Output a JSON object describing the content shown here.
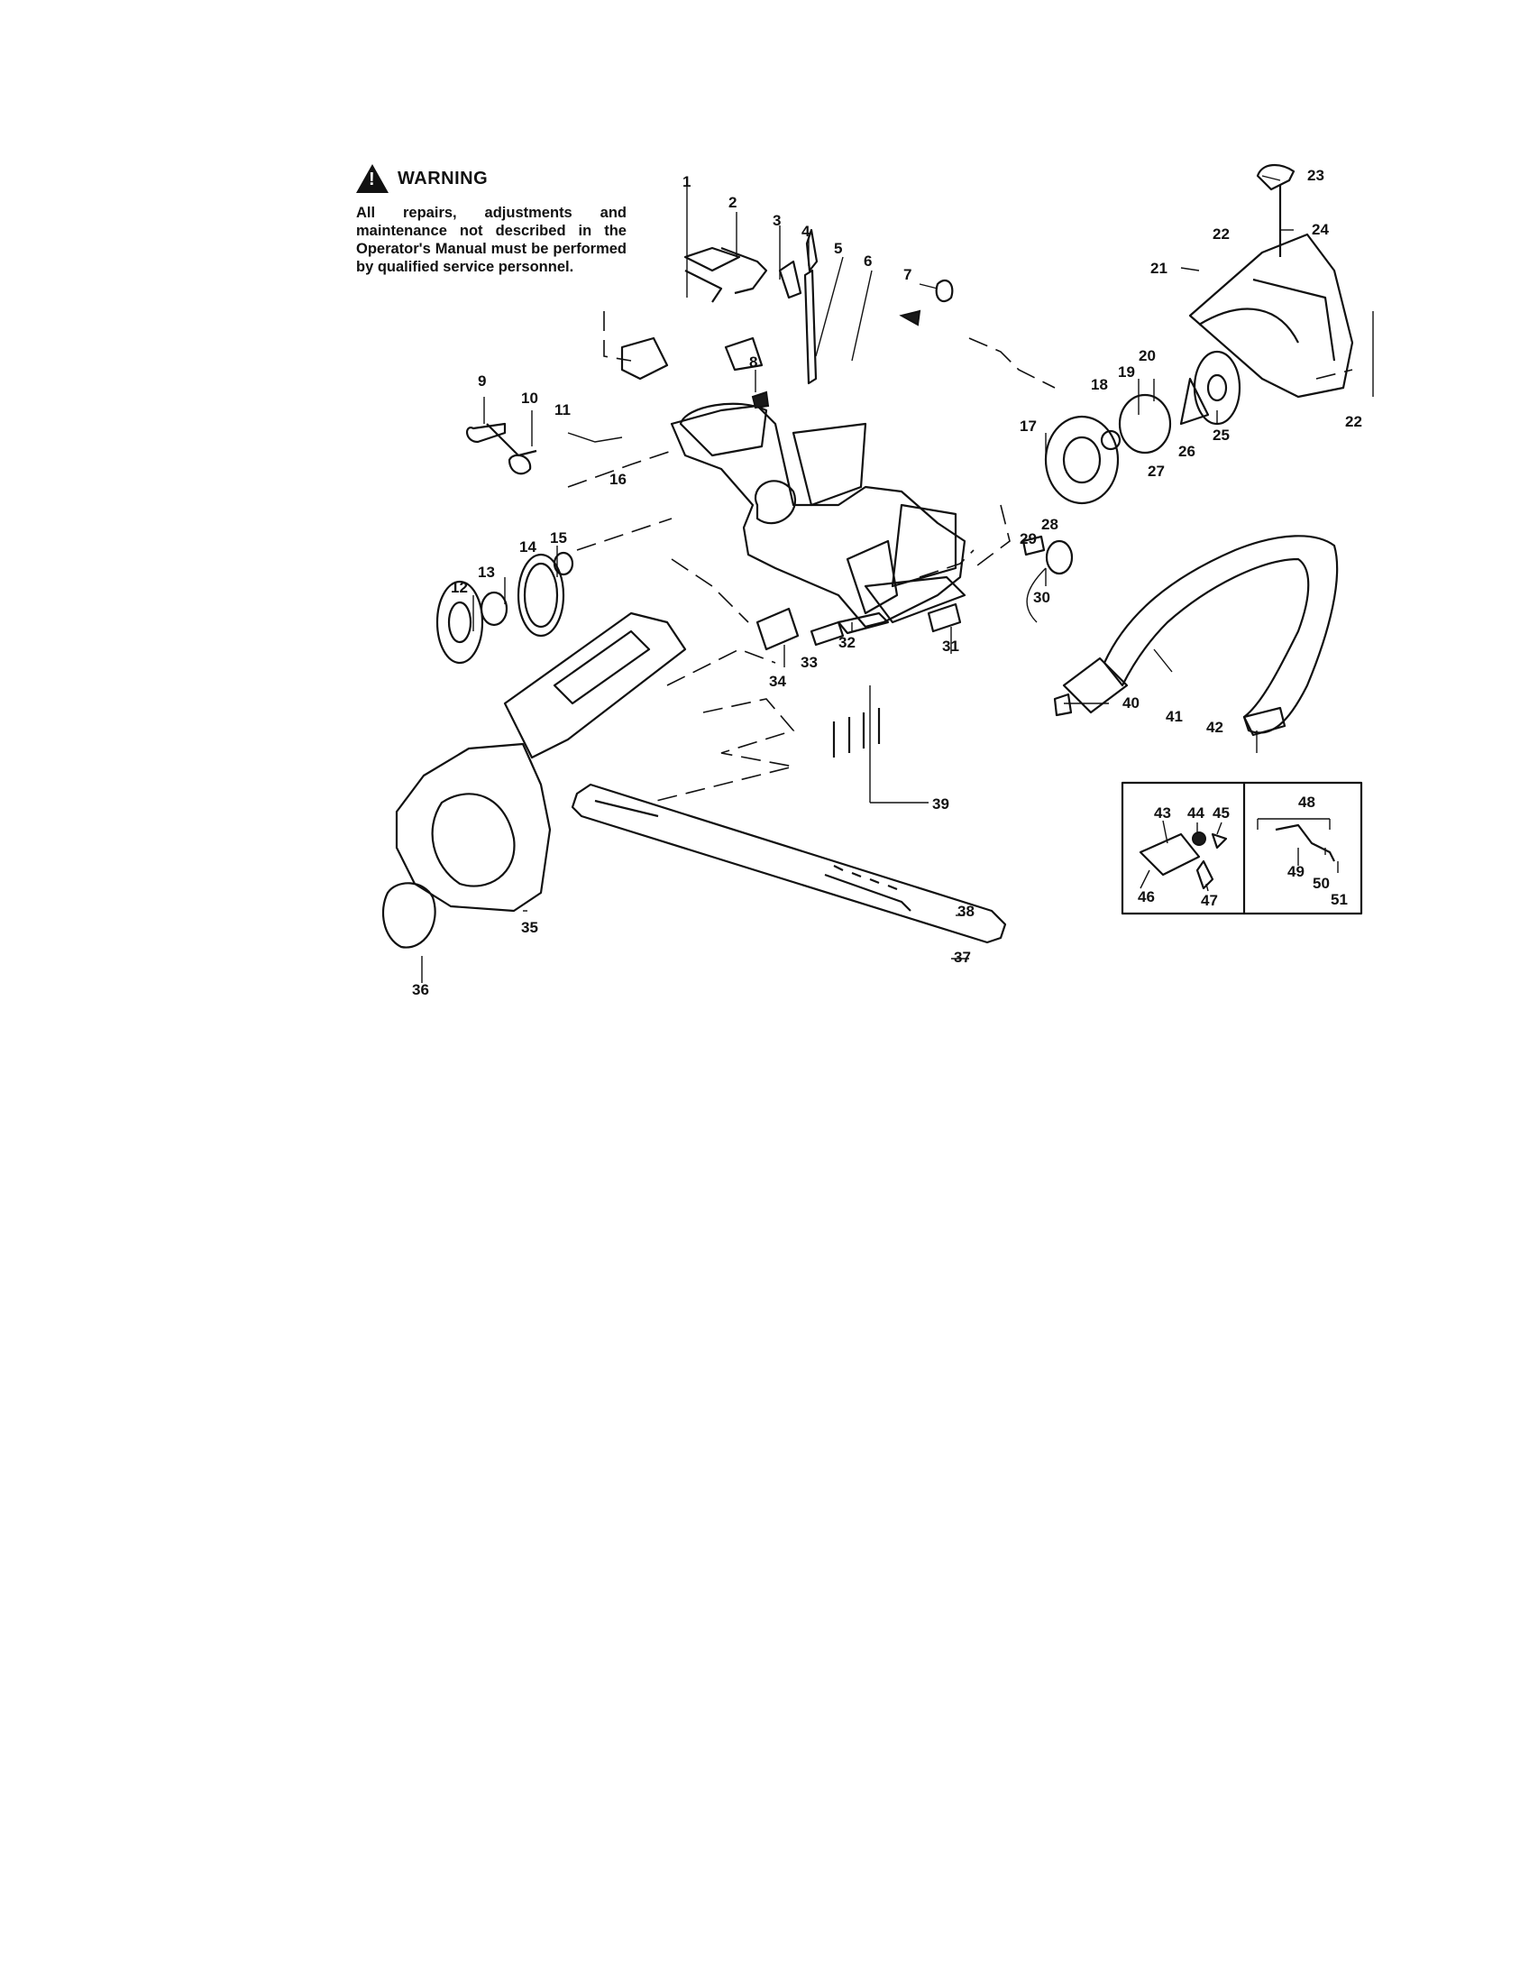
{
  "warning": {
    "icon": "warning-triangle-icon",
    "title": "WARNING",
    "text": "All repairs, adjustments and maintenance not described in the Operator's Manual must be performed by qualified service personnel."
  },
  "part_labels": [
    "1",
    "2",
    "3",
    "4",
    "5",
    "6",
    "7",
    "8",
    "9",
    "10",
    "11",
    "12",
    "13",
    "14",
    "15",
    "16",
    "17",
    "18",
    "19",
    "20",
    "21",
    "22",
    "22",
    "23",
    "24",
    "25",
    "26",
    "27",
    "28",
    "29",
    "30",
    "31",
    "32",
    "33",
    "34",
    "35",
    "36",
    "37",
    "38",
    "39",
    "40",
    "41",
    "42",
    "43",
    "44",
    "45",
    "46",
    "47",
    "48",
    "49",
    "50",
    "51"
  ],
  "inset_labels": [
    "43",
    "44",
    "45",
    "46",
    "47",
    "48",
    "49",
    "50",
    "51"
  ]
}
